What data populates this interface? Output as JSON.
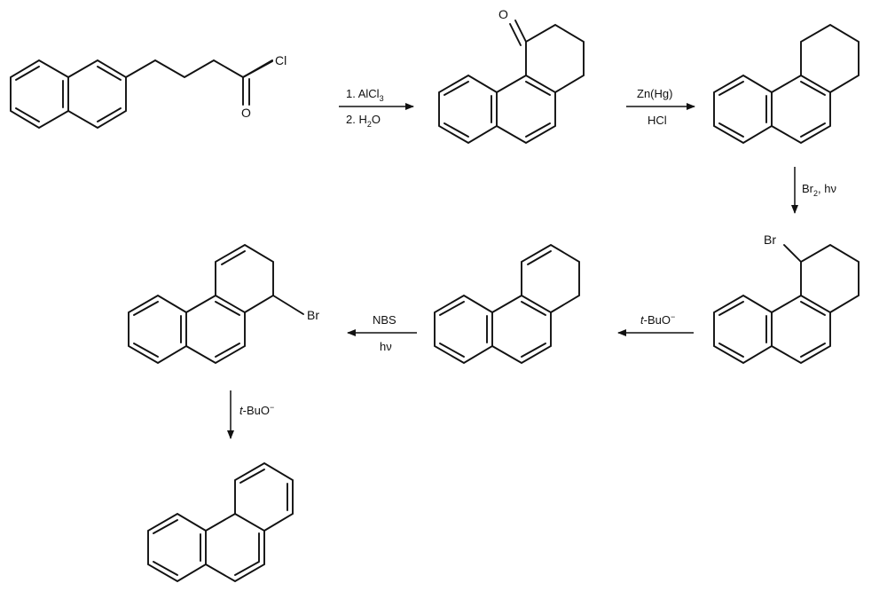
{
  "scheme": {
    "atoms": {
      "cl": "Cl",
      "o_acyl": "O",
      "o_ketone": "O",
      "br_1": "Br",
      "br_2": "Br"
    },
    "reactions": [
      {
        "id": "step1",
        "line1": "1. AlCl",
        "line1_sub": "3",
        "line2": "2. H",
        "line2_sub": "2",
        "line2_tail": "O"
      },
      {
        "id": "step2",
        "above": "Zn(Hg)",
        "below": "HCl"
      },
      {
        "id": "step3",
        "text": "Br",
        "sub": "2",
        "tail": ", hν"
      },
      {
        "id": "step4",
        "italic": "t",
        "text": "-BuO",
        "sup": "−"
      },
      {
        "id": "step5",
        "above": "NBS",
        "below": "hν"
      },
      {
        "id": "step6",
        "italic": "t",
        "text": "-BuO",
        "sup": "−"
      }
    ]
  }
}
